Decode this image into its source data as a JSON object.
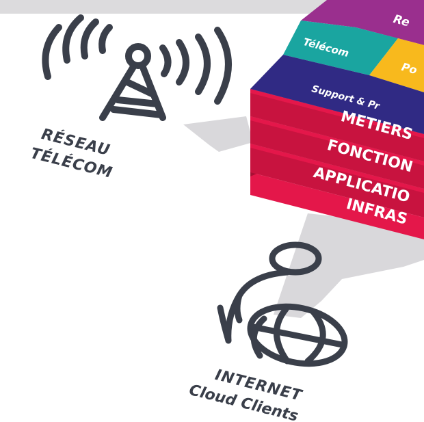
{
  "colors": {
    "background": "#ffffff",
    "top_band": "#dcdbdd",
    "icon": "#3a3f4a",
    "shadow": "#d9d8db",
    "tile_purple": "#9a2f8e",
    "tile_teal": "#1aa5a0",
    "tile_yellow": "#f8b91d",
    "tile_navy": "#302a84",
    "layer_crimson": "#c8133f",
    "layer_front": "#e4174a",
    "text_white": "#ffffff"
  },
  "icons": {
    "tower": "radio-tower-icon",
    "user": "user-icon",
    "globe": "globe-icon"
  },
  "stack": {
    "tiles": {
      "top_right": "Re",
      "telecom": "Télécom",
      "yellow": "Po",
      "support": "Support & Pr"
    },
    "layers": [
      "METIERS",
      "FONCTION",
      "APPLICATIO",
      "INFRAS"
    ]
  },
  "labels": {
    "reseau_line1": "RÉSEAU",
    "reseau_line2": "TÉLÉCOM",
    "internet_line1": "INTERNET",
    "internet_line2": "Cloud Clients"
  }
}
